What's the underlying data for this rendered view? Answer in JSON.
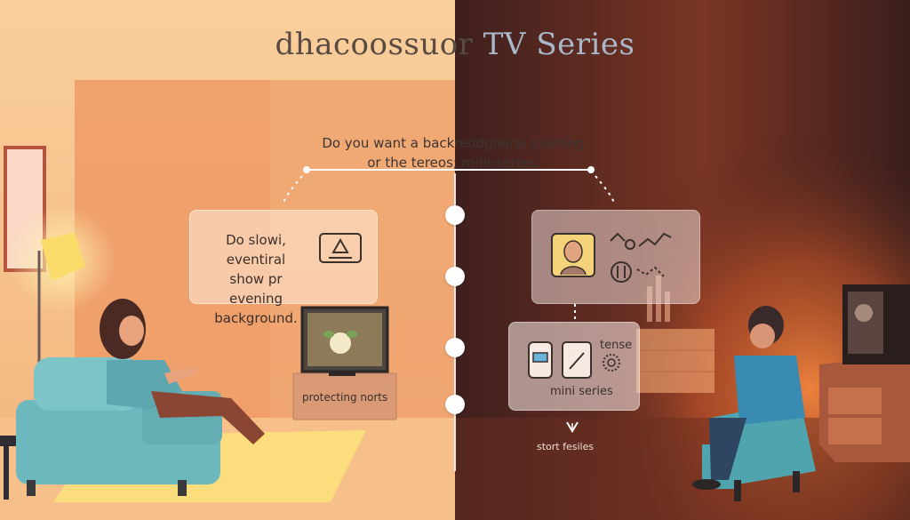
{
  "title": {
    "left": "dhacoossuor",
    "right": " TV Series"
  },
  "question": {
    "line1": "Do you want a backreodgoural evening",
    "line2": "or the tereos; mini-series."
  },
  "left_card": {
    "line1": "Do slowi, eventiral",
    "line2": "show pr evening",
    "line3": "background."
  },
  "left_tv_label": "protecting norts",
  "right_card2": {
    "tag": "tense",
    "label": "mini series"
  },
  "bottom_right_label": "stort fesiles",
  "colors": {
    "left_bg": "#f4b782",
    "right_bg": "#3c1f1c",
    "sofa": "#6cb8bd",
    "accent_warm": "#e3753a"
  }
}
